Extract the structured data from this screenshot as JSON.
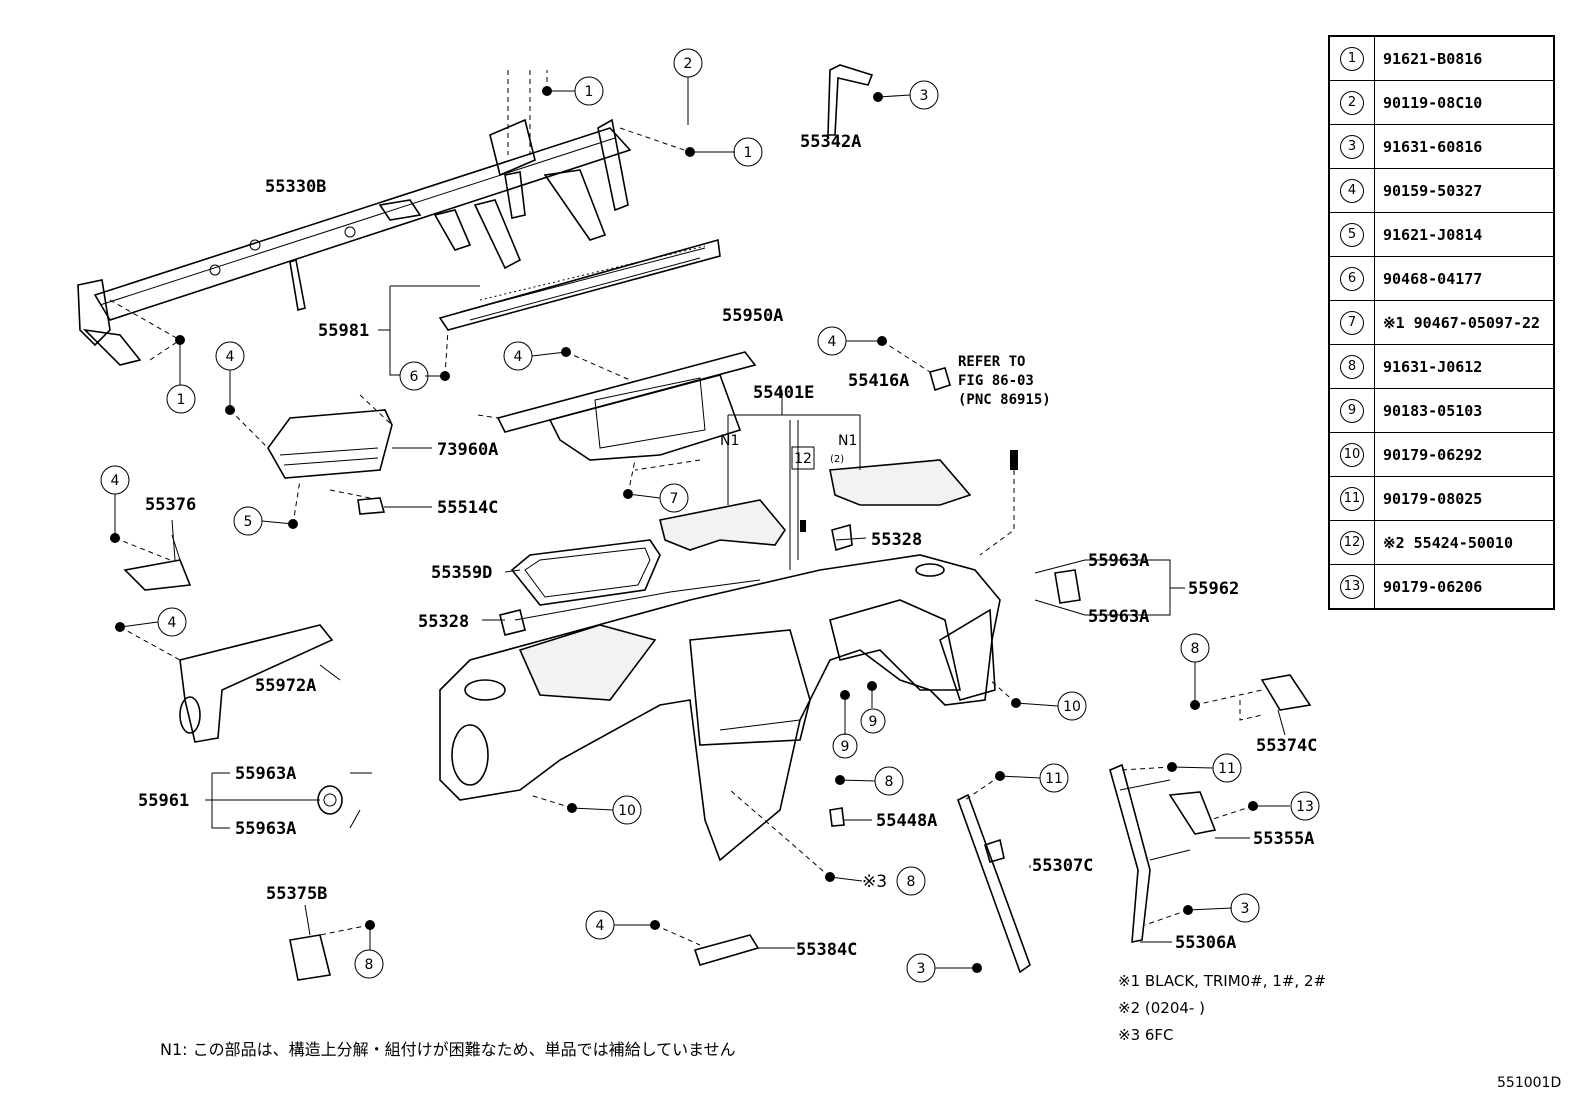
{
  "parts": {
    "p55330B": "55330B",
    "p55342A": "55342A",
    "p55981": "55981",
    "p55950A": "55950A",
    "p55416A": "55416A",
    "p55401E": "55401E",
    "p73960A": "73960A",
    "p55514C": "55514C",
    "p55376": "55376",
    "p55359D": "55359D",
    "p55328a": "55328",
    "p55328b": "55328",
    "p55963A_1": "55963A",
    "p55963A_2": "55963A",
    "p55962": "55962",
    "p55972A": "55972A",
    "p55374C": "55374C",
    "p55963A_3": "55963A",
    "p55961": "55961",
    "p55963A_4": "55963A",
    "p55448A": "55448A",
    "p55355A": "55355A",
    "p55307C": "55307C",
    "p55375B": "55375B",
    "p55384C": "55384C",
    "p55306A": "55306A"
  },
  "refer": {
    "line1": "REFER TO",
    "line2": "FIG 86-03",
    "line3": "(PNC 86915)"
  },
  "n1_left": "N1",
  "n1_right": "N1",
  "n1_right_sub": "(2)",
  "note3_call": "※3",
  "legend": [
    {
      "num": "1",
      "pn": "91621-B0816"
    },
    {
      "num": "2",
      "pn": "90119-08C10"
    },
    {
      "num": "3",
      "pn": "91631-60816"
    },
    {
      "num": "4",
      "pn": "90159-50327"
    },
    {
      "num": "5",
      "pn": "91621-J0814"
    },
    {
      "num": "6",
      "pn": "90468-04177"
    },
    {
      "num": "7",
      "pn": "※1 90467-05097-22"
    },
    {
      "num": "8",
      "pn": "91631-J0612"
    },
    {
      "num": "9",
      "pn": "90183-05103"
    },
    {
      "num": "10",
      "pn": "90179-06292"
    },
    {
      "num": "11",
      "pn": "90179-08025"
    },
    {
      "num": "12",
      "pn": "※2 55424-50010"
    },
    {
      "num": "13",
      "pn": "90179-06206"
    }
  ],
  "notes": {
    "n1": "※1 BLACK, TRIM0#, 1#, 2#",
    "n2": "※2 (0204-      )",
    "n3": "※3 6FC"
  },
  "footnote": "N1: この部品は、構造上分解・組付けが困難なため、単品では補給していません",
  "figure_id": "551001D"
}
